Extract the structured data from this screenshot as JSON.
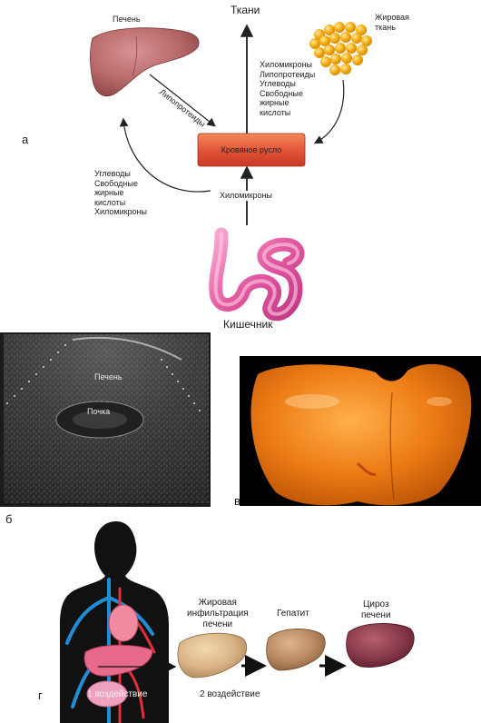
{
  "panel_a": {
    "letter": "а",
    "liver_label": "Печень",
    "tissues_label": "Ткани",
    "adipose_label": "Жировая\nткань",
    "lipoproteins_label": "Липопротеиды",
    "tissues_list": "Хиломикроны\nЛипопротеиды\nУглеводы\nСвободные\nжирные\nкислоты",
    "bloodstream_label": "Кровяное русло",
    "liver_inputs": "Углеводы\nСвободные\nжирные\nкислоты\nХиломикроны",
    "chylomicrons_label": "Хиломикроны",
    "intestine_label": "Кишечник"
  },
  "panel_b": {
    "letter": "б",
    "liver_label": "Печень",
    "kidney_label": "Почка"
  },
  "panel_v": {
    "letter": "в"
  },
  "panel_g": {
    "letter": "г",
    "stage1_label": "Жировая\nинфильтрация\nпечени",
    "stage2_label": "Гепатит",
    "stage3_label": "Цироз\nпечени",
    "exposure1_label": "1 воздействие",
    "exposure2_label": "2 воздействие"
  },
  "colors": {
    "liver": "#b86a6a",
    "bloodstream": "#e4563a",
    "adipose": "#f6b21a",
    "intestine": "#e35aa2",
    "fatty_liver_orange": "#ec7a14",
    "silhouette": "#111111",
    "vessels": "#1e8fd6"
  }
}
